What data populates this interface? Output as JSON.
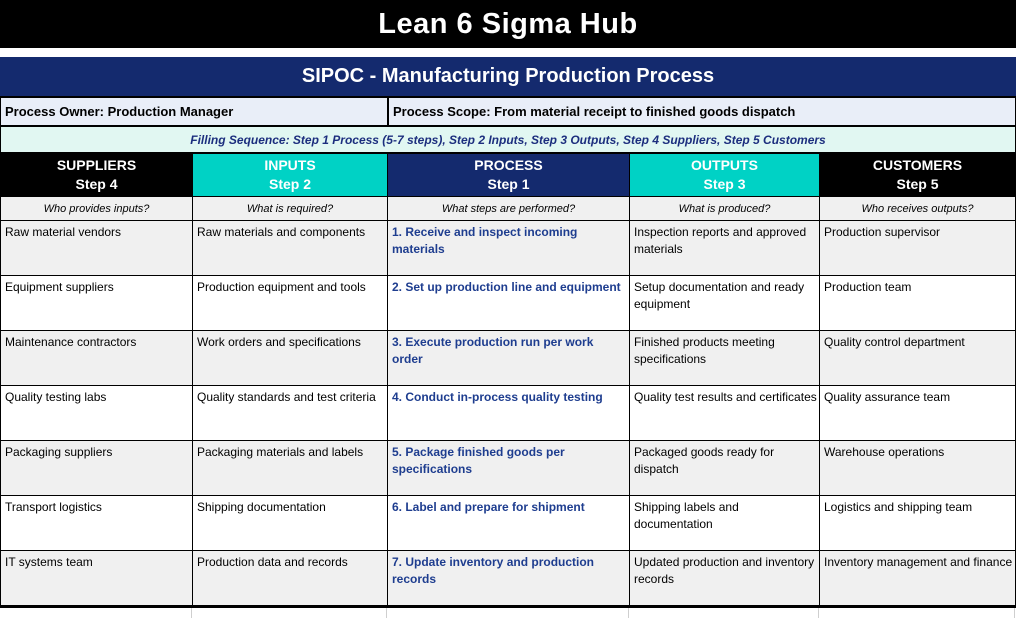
{
  "header": {
    "title": "Lean 6 Sigma Hub",
    "subtitle": "SIPOC - Manufacturing Production Process"
  },
  "meta": {
    "owner": "Process Owner: Production Manager",
    "scope": "Process Scope: From material receipt to finished goods dispatch",
    "filling_sequence": "Filling Sequence: Step 1 Process (5-7 steps), Step 2 Inputs, Step 3 Outputs, Step 4 Suppliers, Step 5 Customers"
  },
  "columns": [
    {
      "name": "SUPPLIERS",
      "step": "Step 4",
      "question": "Who provides inputs?"
    },
    {
      "name": "INPUTS",
      "step": "Step 2",
      "question": "What is required?"
    },
    {
      "name": "PROCESS",
      "step": "Step 1",
      "question": "What steps are performed?"
    },
    {
      "name": "OUTPUTS",
      "step": "Step 3",
      "question": "What is produced?"
    },
    {
      "name": "CUSTOMERS",
      "step": "Step 5",
      "question": "Who receives outputs?"
    }
  ],
  "rows": [
    {
      "supplier": "Raw material vendors",
      "input": "Raw materials and components",
      "process": "1. Receive and inspect incoming materials",
      "output": "Inspection reports and approved materials",
      "customer": "Production supervisor"
    },
    {
      "supplier": "Equipment suppliers",
      "input": "Production equipment and tools",
      "process": "2. Set up production line and equipment",
      "output": "Setup documentation and ready equipment",
      "customer": "Production team"
    },
    {
      "supplier": "Maintenance contractors",
      "input": "Work orders and specifications",
      "process": "3. Execute production run per work order",
      "output": "Finished products meeting specifications",
      "customer": "Quality control department"
    },
    {
      "supplier": "Quality testing labs",
      "input": "Quality standards and test criteria",
      "process": "4. Conduct in-process quality testing",
      "output": "Quality test results and certificates",
      "customer": "Quality assurance team"
    },
    {
      "supplier": "Packaging suppliers",
      "input": "Packaging materials and labels",
      "process": "5. Package finished goods per specifications",
      "output": "Packaged goods ready for dispatch",
      "customer": "Warehouse operations"
    },
    {
      "supplier": "Transport logistics",
      "input": "Shipping documentation",
      "process": "6. Label and prepare for shipment",
      "output": "Shipping labels and documentation",
      "customer": "Logistics and shipping team"
    },
    {
      "supplier": "IT systems team",
      "input": "Production data and records",
      "process": "7. Update inventory and production records",
      "output": "Updated production and inventory records",
      "customer": "Inventory management and finance"
    }
  ],
  "colors": {
    "black": "#000000",
    "navy": "#142a6e",
    "teal": "#00d2c5",
    "light_teal_banner": "#e1f7f2",
    "light_blue_meta": "#e9eef8",
    "row_alt_gray": "#f0f0f0",
    "process_text_blue": "#1e3d8f"
  }
}
